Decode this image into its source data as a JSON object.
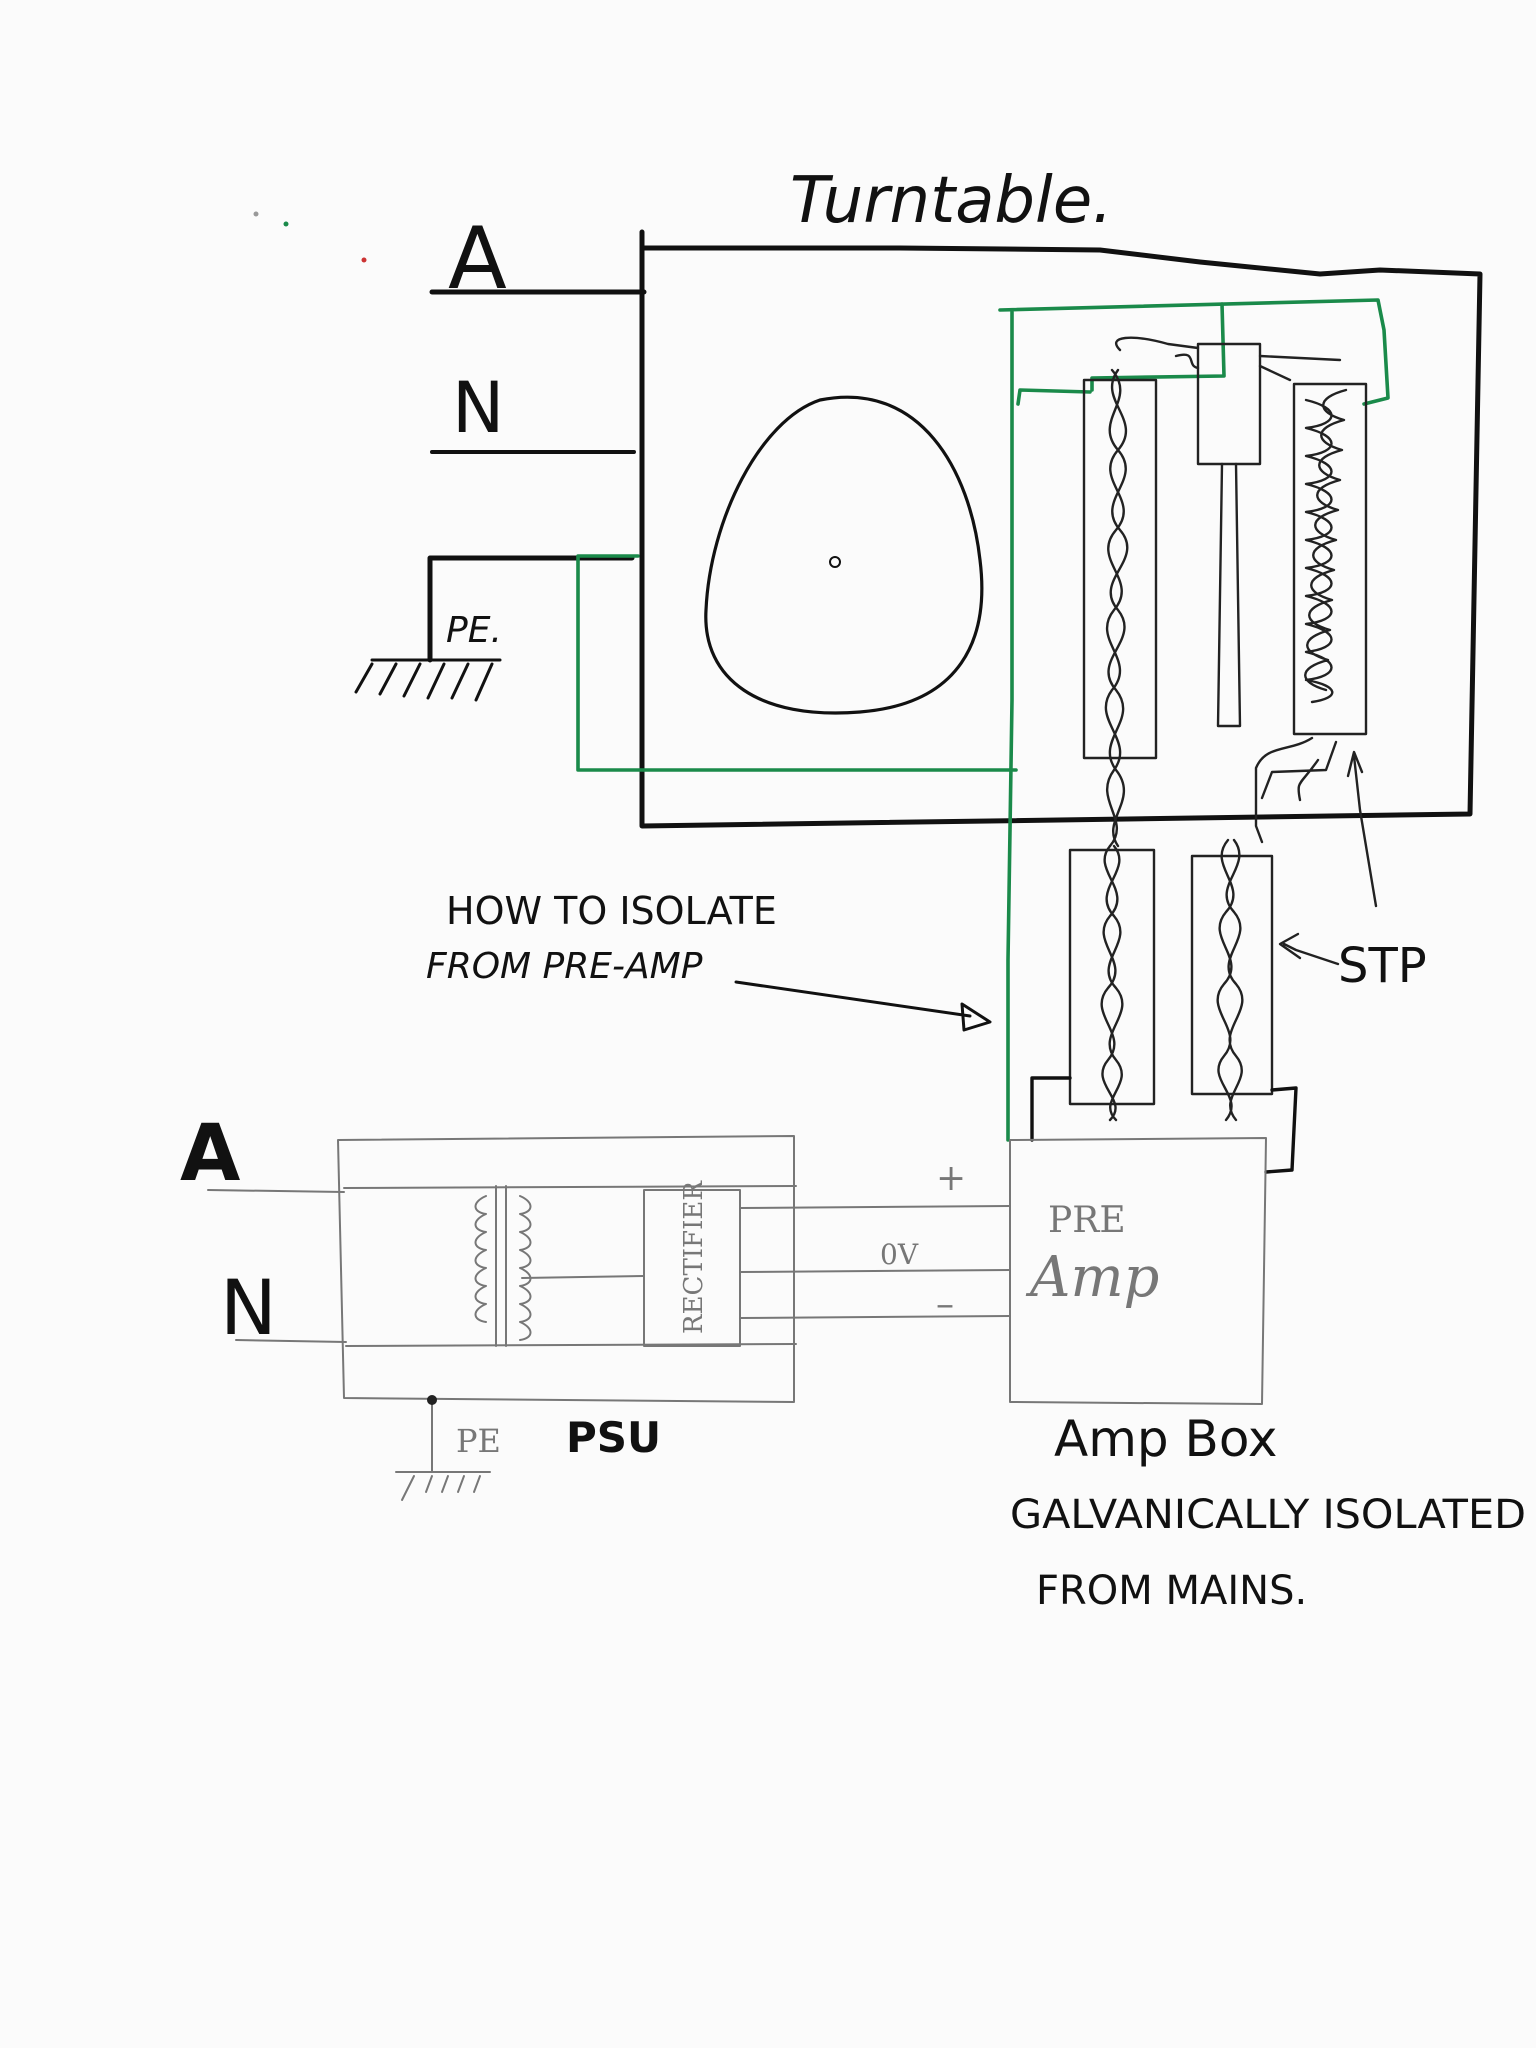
{
  "labels": {
    "turntable": "Turntable.",
    "mains_a_top": "A",
    "mains_n_top": "N",
    "pe_top": "PE.",
    "question_line1": "HOW TO ISOLATE",
    "question_line2": "FROM PRE-AMP",
    "stp": "STP",
    "mains_a_bottom": "A",
    "mains_n_bottom": "N",
    "rectifier": "RECTIFIER",
    "plus": "+",
    "zero_v": "0V",
    "minus": "–",
    "preamp_line1": "PRE",
    "preamp_line2": "Amp",
    "pe_bottom": "PE",
    "psu": "PSU",
    "ampbox_line1": "Amp Box",
    "ampbox_line2": "GALVANICALLY ISOLATED",
    "ampbox_line3": "FROM MAINS."
  },
  "colors": {
    "ink": "#111111",
    "earth_wire": "#1a8a4a",
    "pencil": "#777777"
  }
}
